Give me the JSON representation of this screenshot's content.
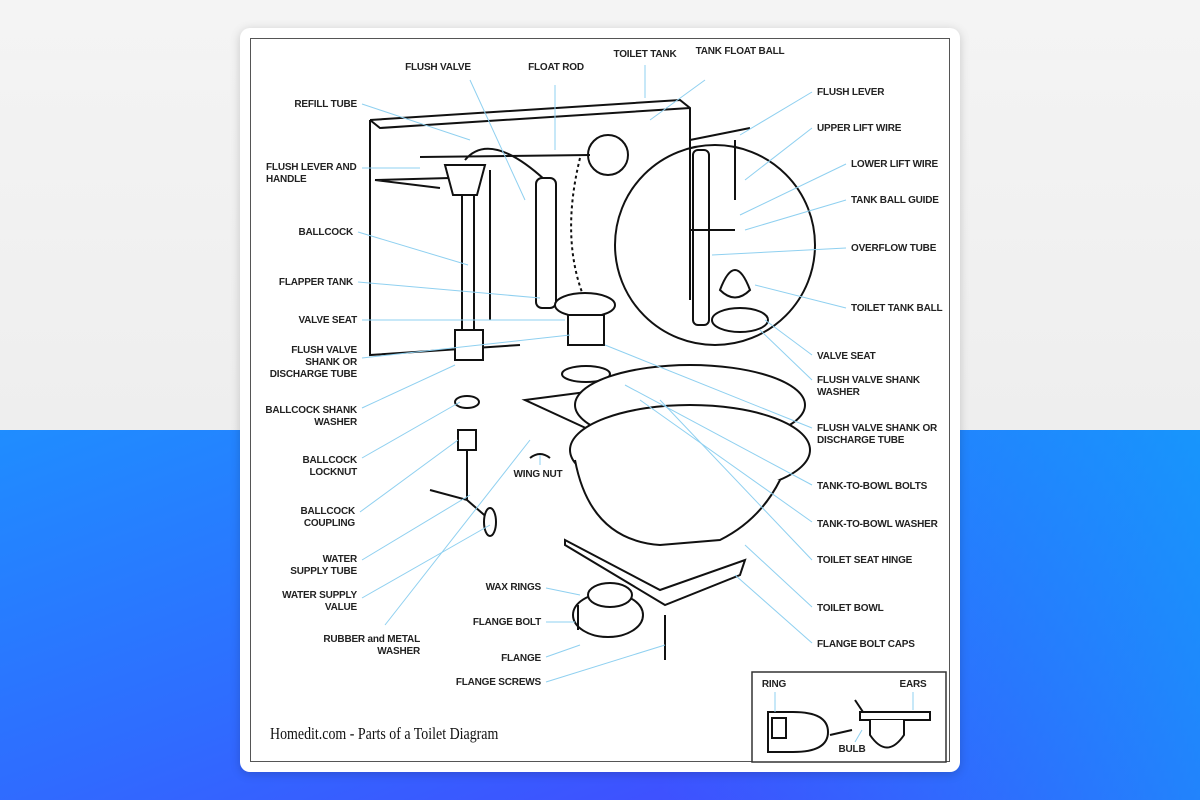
{
  "caption": "Homedit.com - Parts of a Toilet Diagram",
  "colors": {
    "leader_line": "#8fd0f0",
    "ink": "#111111",
    "background_top": "#f0f0f0",
    "background_bottom": "#2f6cff"
  },
  "labels": {
    "flush_valve": [
      "FLUSH VALVE"
    ],
    "float_rod": [
      "FLOAT ROD"
    ],
    "toilet_tank": [
      "TOILET TANK"
    ],
    "tank_float_ball": [
      "TANK FLOAT BALL"
    ],
    "refill_tube": [
      "REFILL TUBE"
    ],
    "flush_lever_and_handle": [
      "FLUSH LEVER AND",
      "HANDLE"
    ],
    "ballcock": [
      "BALLCOCK"
    ],
    "flapper_tank": [
      "FLAPPER TANK"
    ],
    "valve_seat_left": [
      "VALVE SEAT"
    ],
    "flush_valve_shank_left": [
      "FLUSH VALVE",
      "SHANK OR",
      "DISCHARGE TUBE"
    ],
    "ballcock_shank_washer": [
      "BALLCOCK SHANK",
      "WASHER"
    ],
    "ballcock_locknut": [
      "BALLCOCK",
      "LOCKNUT"
    ],
    "ballcock_coupling": [
      "BALLCOCK",
      "COUPLING"
    ],
    "water_supply_tube": [
      "WATER",
      "SUPPLY TUBE"
    ],
    "water_supply_value": [
      "WATER SUPPLY",
      "VALUE"
    ],
    "rubber_metal_washer": [
      "RUBBER and METAL",
      "WASHER"
    ],
    "wing_nut": [
      "WING NUT"
    ],
    "wax_rings": [
      "WAX RINGS"
    ],
    "flange_bolt": [
      "FLANGE BOLT"
    ],
    "flange": [
      "FLANGE"
    ],
    "flange_screws": [
      "FLANGE SCREWS"
    ],
    "flush_lever": [
      "FLUSH LEVER"
    ],
    "upper_lift_wire": [
      "UPPER LIFT WIRE"
    ],
    "lower_lift_wire": [
      "LOWER LIFT WIRE"
    ],
    "tank_ball_guide": [
      "TANK BALL GUIDE"
    ],
    "overflow_tube": [
      "OVERFLOW TUBE"
    ],
    "toilet_tank_ball": [
      "TOILET TANK BALL"
    ],
    "valve_seat_right": [
      "VALVE SEAT"
    ],
    "flush_valve_shank_washer": [
      "FLUSH VALVE SHANK",
      "WASHER"
    ],
    "flush_valve_shank_right": [
      "FLUSH VALVE SHANK OR",
      "DISCHARGE TUBE"
    ],
    "tank_to_bowl_bolts": [
      "TANK-TO-BOWL BOLTS"
    ],
    "tank_to_bowl_washer": [
      "TANK-TO-BOWL WASHER"
    ],
    "toilet_seat_hinge": [
      "TOILET SEAT HINGE"
    ],
    "toilet_bowl": [
      "TOILET BOWL"
    ],
    "flange_bolt_caps": [
      "FLANGE BOLT CAPS"
    ],
    "inset_ring": [
      "RING"
    ],
    "inset_ears": [
      "EARS"
    ],
    "inset_bulb": [
      "BULB"
    ]
  }
}
